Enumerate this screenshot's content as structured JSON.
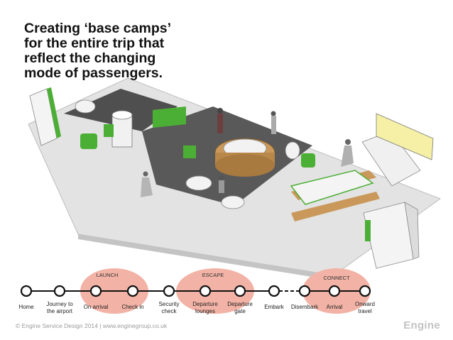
{
  "title_lines": [
    "Creating ‘base camps’",
    "for the entire trip that",
    "reflect the changing",
    "mode of passengers."
  ],
  "phases": [
    {
      "label": "LAUNCH",
      "color": "#f2b3a6"
    },
    {
      "label": "ESCAPE",
      "color": "#f2b3a6"
    },
    {
      "label": "CONNECT",
      "color": "#f2b3a6"
    }
  ],
  "stages": [
    {
      "lines": [
        "Home"
      ]
    },
    {
      "lines": [
        "Journey to",
        "the airport"
      ]
    },
    {
      "lines": [
        "On arrival"
      ]
    },
    {
      "lines": [
        "Check in"
      ]
    },
    {
      "lines": [
        "Security",
        "check"
      ]
    },
    {
      "lines": [
        "Departure",
        "lounges"
      ]
    },
    {
      "lines": [
        "Departure",
        "gate"
      ]
    },
    {
      "lines": [
        "Embark"
      ]
    },
    {
      "lines": [
        "Disembark"
      ]
    },
    {
      "lines": [
        "Arrival"
      ]
    },
    {
      "lines": [
        "Onward",
        "travel"
      ]
    }
  ],
  "footer": "© Engine Service Design 2014 | www.enginegroup.co.uk",
  "brand": "Engine",
  "colors": {
    "accent_green": "#4caf35",
    "floor_dark": "#555555",
    "floor_light": "#d9d9d9",
    "phase_fill": "#f2b3a6",
    "timeline": "#111111"
  }
}
